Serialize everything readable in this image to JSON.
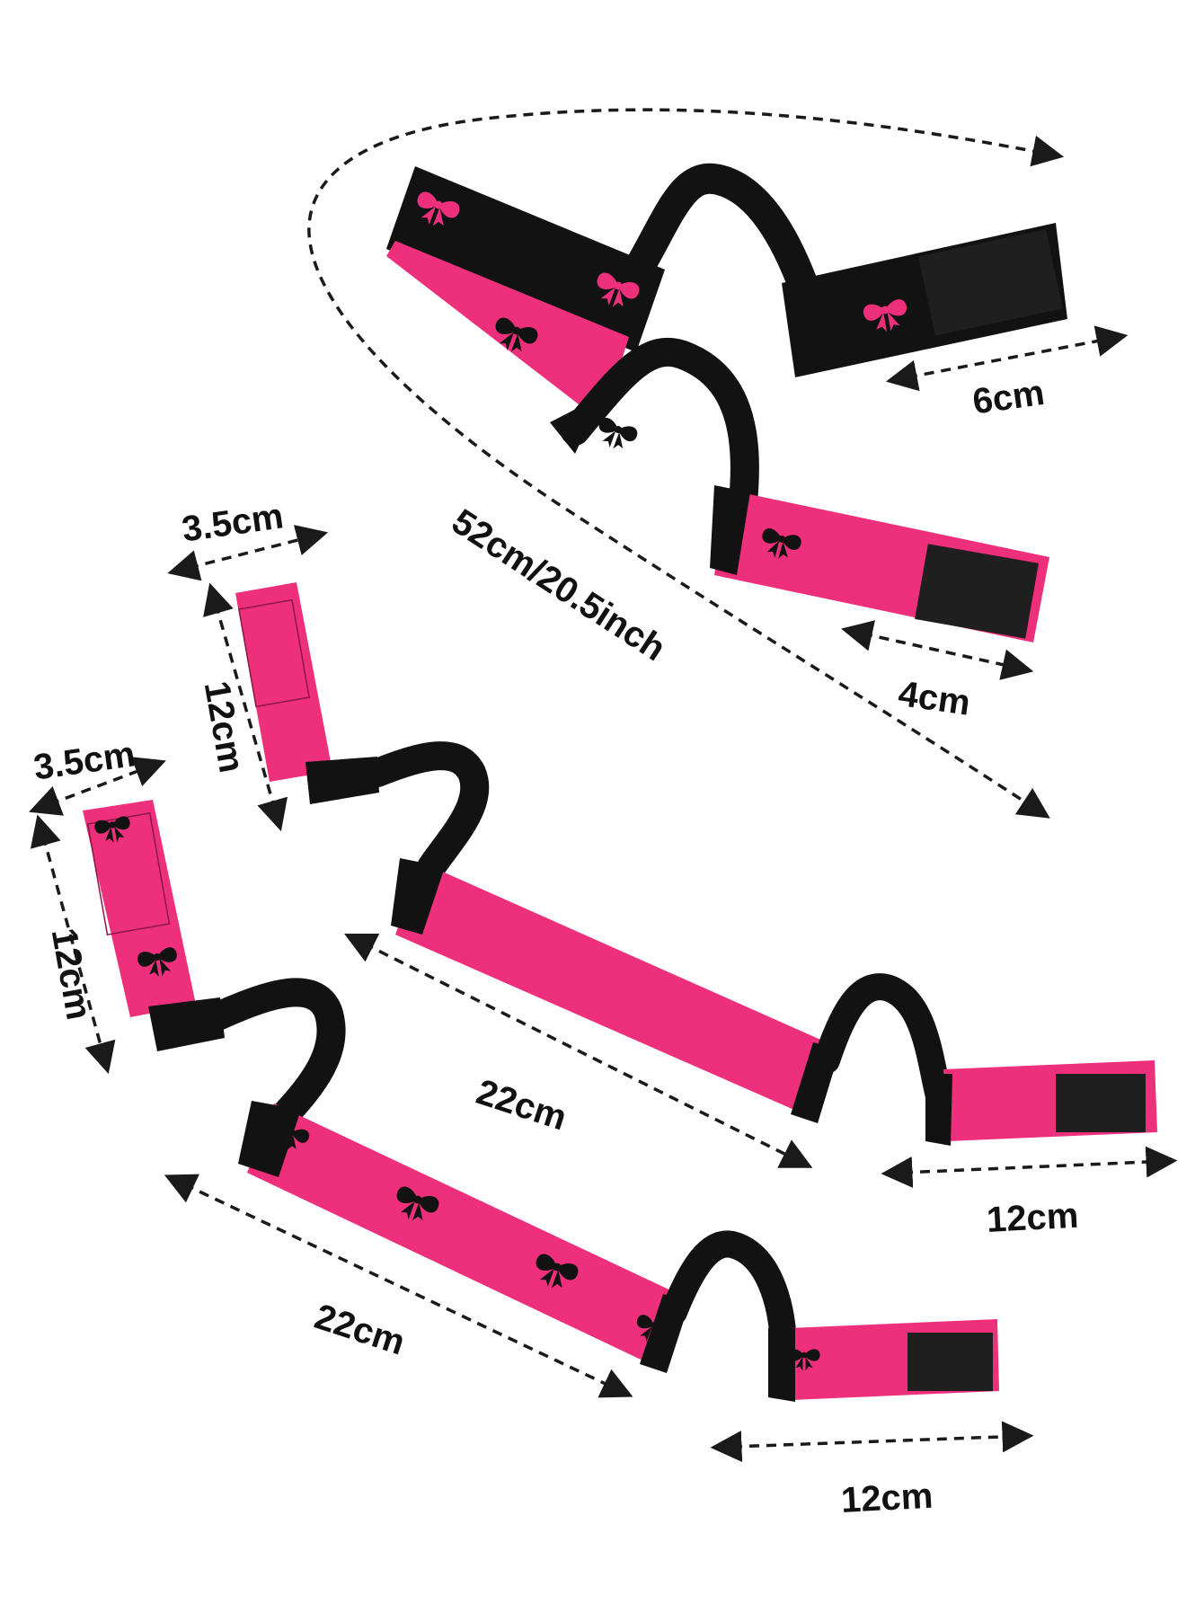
{
  "colors": {
    "pink": "#ee2f7c",
    "black": "#121212",
    "arrow": "#1a1a1a",
    "background": "#ffffff"
  },
  "dimensions": {
    "total_length": "52cm/20.5inch",
    "top_velcro_black": "6cm",
    "top_velcro_pink": "4cm",
    "loop_width_a": "3.5cm",
    "loop_length_a": "12cm",
    "loop_width_b": "3.5cm",
    "loop_length_b": "12cm",
    "middle_strap_a": "22cm",
    "end_tab_a": "12cm",
    "middle_strap_b": "22cm",
    "end_tab_b": "12cm"
  },
  "icons": [
    "bow-icon",
    "velcro-patch",
    "dimension-arrow"
  ]
}
